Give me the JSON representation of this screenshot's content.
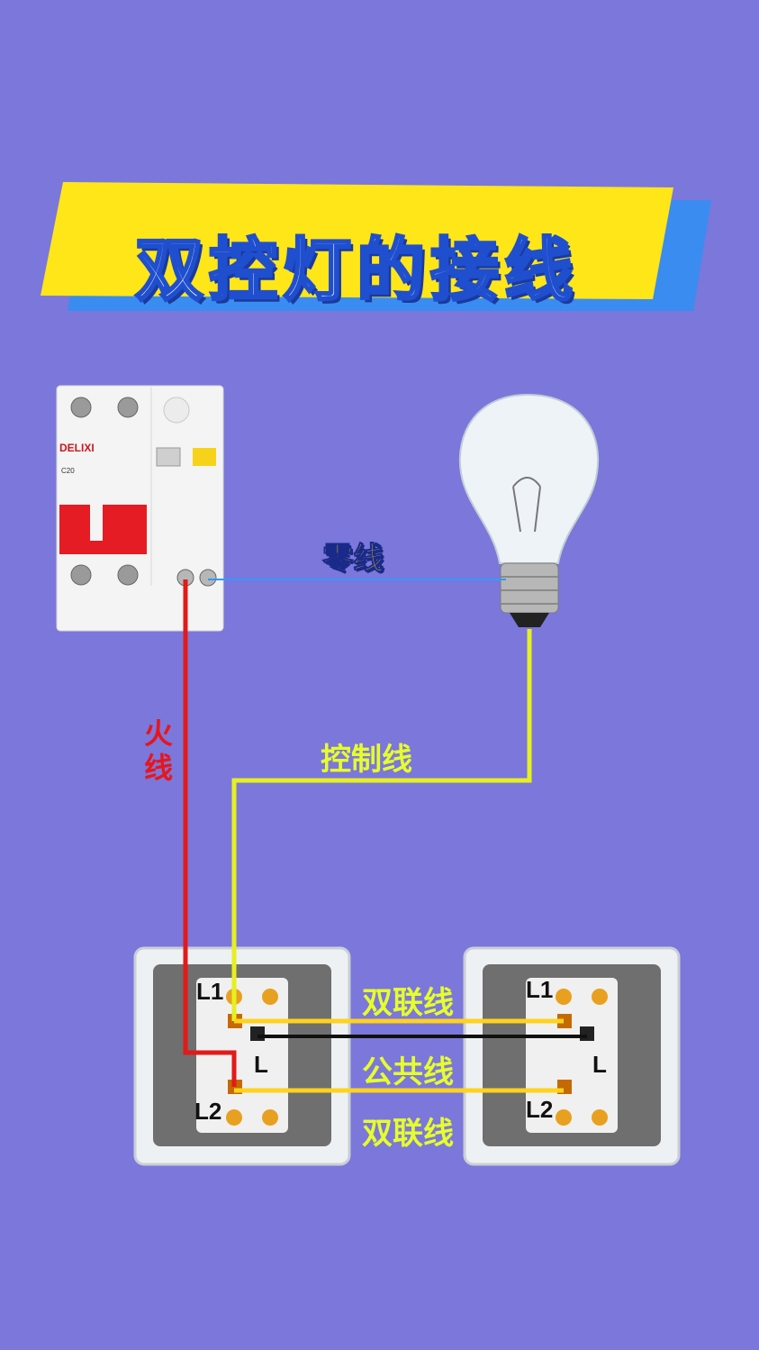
{
  "title": "双控灯的接线",
  "breaker": {
    "brand": "DELIXI",
    "rating": "C20"
  },
  "wires": {
    "neutral": "零线",
    "live": "火线",
    "control": "控制线",
    "traveler_top": "双联线",
    "common": "公共线",
    "traveler_bottom": "双联线"
  },
  "switch_left": {
    "l1": "L1",
    "l": "L",
    "l2": "L2"
  },
  "switch_right": {
    "l1": "L1",
    "l": "L",
    "l2": "L2"
  },
  "colors": {
    "background": "#7b77db",
    "title_band": "#ffe619",
    "title_shadow": "#3a8cf0",
    "live_wire": "#e21a1a",
    "neutral_wire": "#2e9bff",
    "control_wire": "#e6f020",
    "traveler_wire": "#ffd21e",
    "common_wire": "#111111"
  }
}
